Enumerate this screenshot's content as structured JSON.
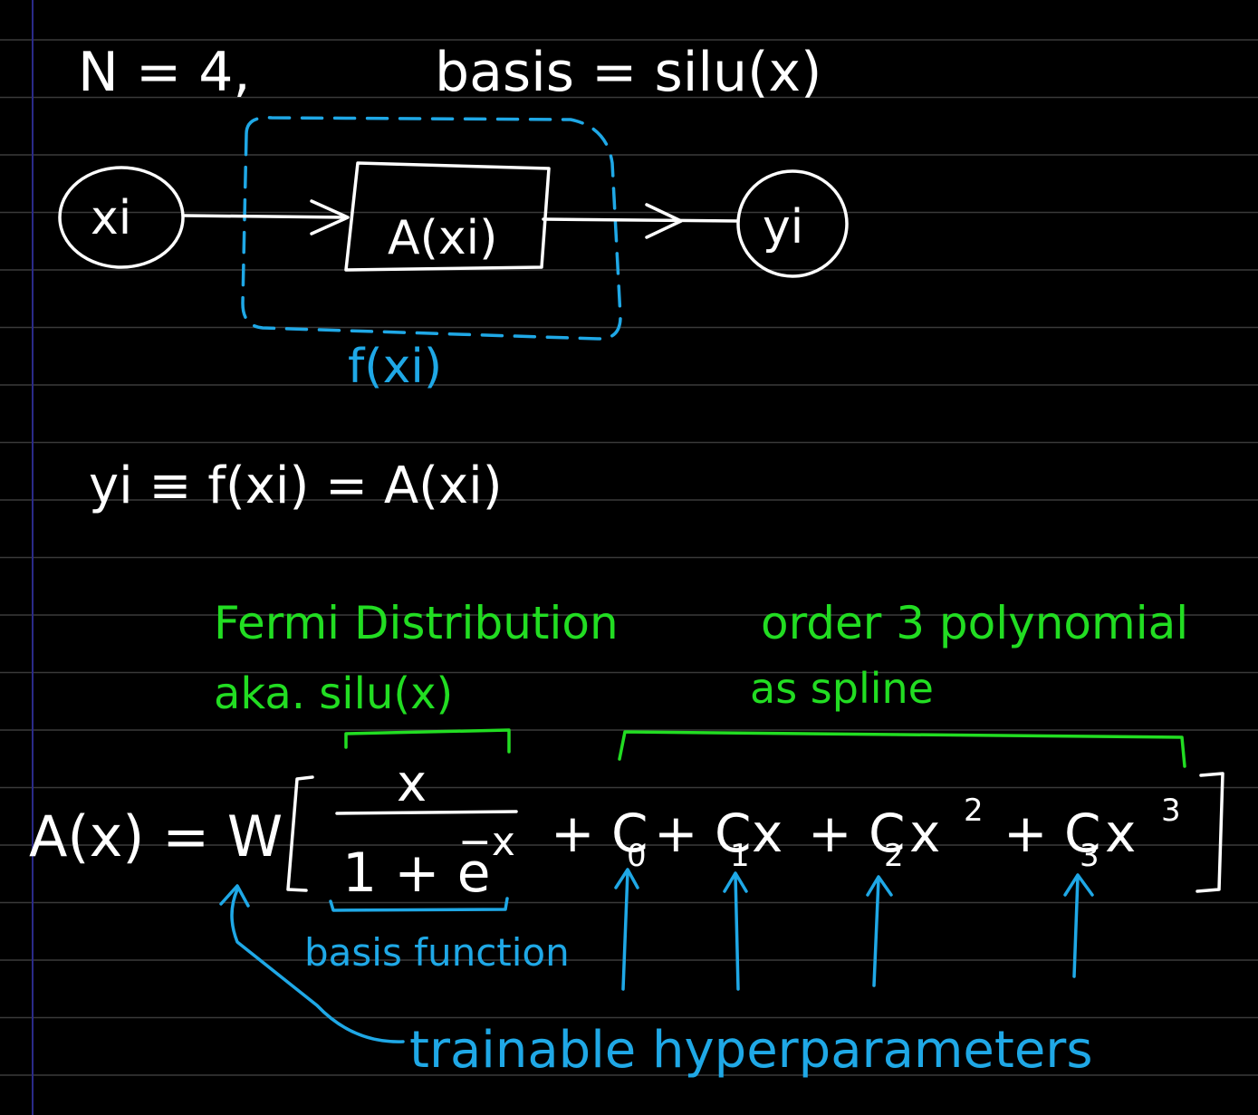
{
  "header": {
    "n_text": "N = 4,",
    "basis_text": "basis = silu(x)"
  },
  "diagram": {
    "input_label": "xi",
    "block_label": "A(xi)",
    "output_label": "yi",
    "group_label": "f(xi)"
  },
  "identity_equation": "yi ≡ f(xi) = A(xi)",
  "annotations": {
    "fermi_line1": "Fermi Distribution",
    "fermi_line2": "aka. silu(x)",
    "poly_line1": "order 3 polynomial",
    "poly_line2": "as spline",
    "basis_function": "basis function",
    "trainable": "trainable hyperparameters"
  },
  "main_equation": {
    "lhs": "A(x) = W",
    "numerator": "x",
    "denominator_base": "1 + e",
    "denominator_exp": "−x",
    "terms": [
      "+ C",
      "0",
      "+ C",
      "1",
      "x",
      "+ C",
      "2",
      "x",
      "2",
      "+ C",
      "3",
      "x",
      "3"
    ]
  },
  "colors": {
    "background": "#000000",
    "ink": "#ffffff",
    "green": "#22dd22",
    "blue": "#1fa8e6",
    "ruled_line": "#3a3a3a",
    "margin_line": "#2a2a88"
  }
}
